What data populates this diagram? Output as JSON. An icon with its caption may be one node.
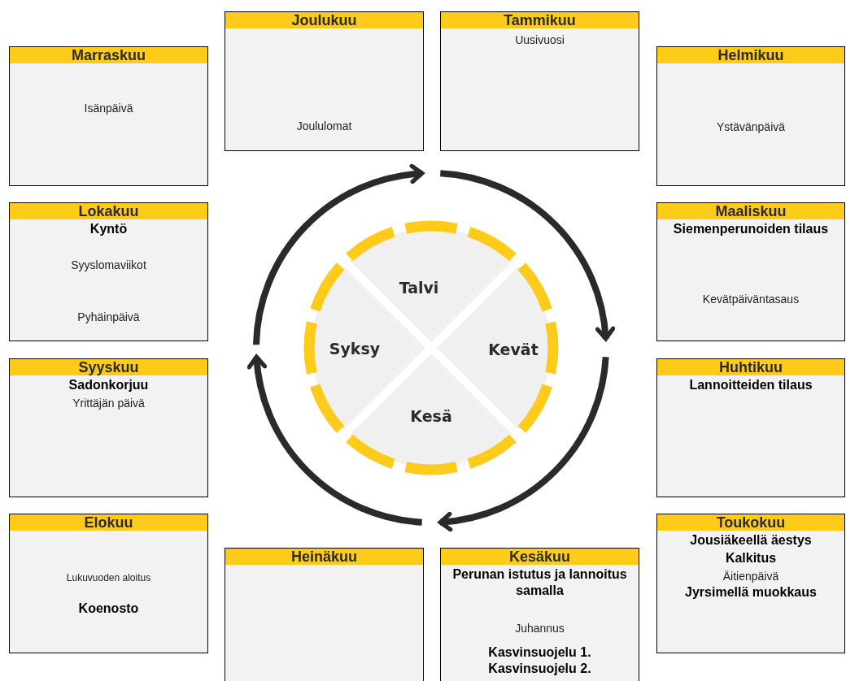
{
  "diagram": {
    "nodes": [
      {
        "text": [
          "Joulukuu",
          "Joululomat"
        ]
      },
      {
        "text": [
          "Tammikuu",
          "Uusivuosi"
        ]
      },
      {
        "text": [
          "Marraskuu",
          "Isänpäivä"
        ]
      },
      {
        "text": [
          "Helmikuu",
          "Ystävänpäivä"
        ]
      },
      {
        "text": [
          "Lokakuu",
          "Kyntö",
          "Syyslomaviikot",
          "Pyhäinpäivä"
        ]
      },
      {
        "text": [
          "Maaliskuu",
          "Siemenperunoiden tilaus",
          "Kevätpäiväntasaus"
        ]
      },
      {
        "text": [
          "Syyskuu",
          "Sadonkorjuu",
          "Yrittäjän päivä"
        ]
      },
      {
        "text": [
          "Huhtikuu",
          "Lannoitteiden tilaus"
        ]
      },
      {
        "text": [
          "Elokuu",
          "Lukuvuoden aloitus",
          "Koenosto"
        ]
      },
      {
        "text": [
          "Toukokuu",
          "Jousiäkeellä äestys",
          "Kalkitus",
          "Äitienpäivä",
          "Jyrsimellä muokkaus"
        ]
      },
      {
        "text": [
          "Heinäkuu"
        ]
      },
      {
        "text": [
          "Kesäkuu",
          "Perunan istutus ja lannoitus samalla",
          "Juhannus",
          "Kasvinsuojelu 1.",
          "Kasvinsuojelu 2."
        ]
      },
      {
        "text": [
          "Talvi"
        ]
      },
      {
        "text": [
          "Syksy"
        ]
      },
      {
        "text": [
          "Kevät"
        ]
      },
      {
        "text": [
          "Kesä"
        ]
      }
    ]
  }
}
